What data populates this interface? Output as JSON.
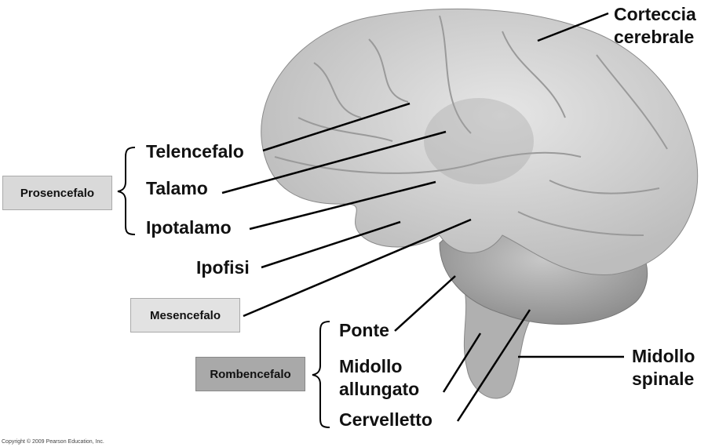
{
  "labels": {
    "corteccia": [
      "Corteccia",
      "cerebrale"
    ],
    "telencefalo": "Telencefalo",
    "talamo": "Talamo",
    "ipotalamo": "Ipotalamo",
    "ipofisi": "Ipofisi",
    "ponte": "Ponte",
    "midollo_allungato": [
      "Midollo",
      "allungato"
    ],
    "cervelletto": "Cervelletto",
    "midollo_spinale": [
      "Midollo",
      "spinale"
    ]
  },
  "boxes": {
    "prosencefalo": "Prosencefalo",
    "mesencefalo": "Mesencefalo",
    "rombencefalo": "Rombencefalo"
  },
  "colors": {
    "prosencefalo": "#d9d9d9",
    "mesencefalo": "#e2e2e2",
    "rombencefalo": "#a9a9a9"
  },
  "copyright": "Copyright © 2009 Pearson Education, Inc."
}
